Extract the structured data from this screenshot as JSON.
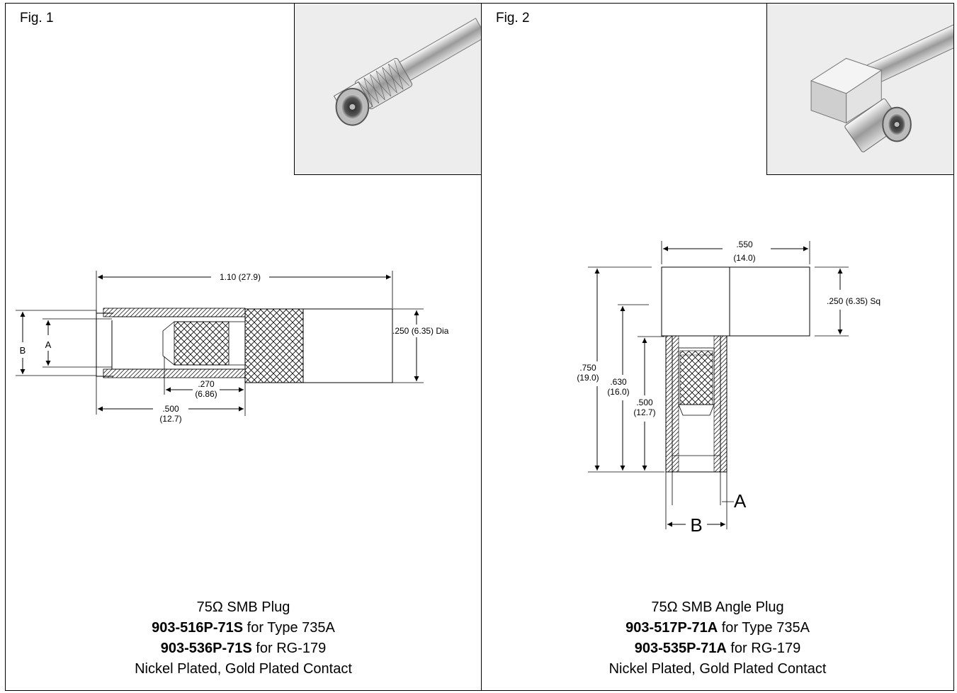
{
  "figures": [
    {
      "label": "Fig. 1",
      "dims": {
        "overall": "1.10 (27.9)",
        "dia": ".250 (6.35) Dia",
        "d270_in": ".270",
        "d270_mm": "(6.86)",
        "d500_in": ".500",
        "d500_mm": "(12.7)",
        "a": "A",
        "b": "B"
      },
      "caption": {
        "title": "75Ω SMB Plug",
        "line1_part": "903-516P-71S",
        "line1_rest": " for Type 735A",
        "line2_part": "903-536P-71S",
        "line2_rest": " for RG-179",
        "line3": "Nickel Plated, Gold Plated Contact"
      }
    },
    {
      "label": "Fig. 2",
      "dims": {
        "w550_in": ".550",
        "w550_mm": "(14.0)",
        "sq": ".250 (6.35) Sq",
        "h750_in": ".750",
        "h750_mm": "(19.0)",
        "h630_in": ".630",
        "h630_mm": "(16.0)",
        "h500_in": ".500",
        "h500_mm": "(12.7)",
        "a": "A",
        "b": "B"
      },
      "caption": {
        "title": "75Ω SMB Angle Plug",
        "line1_part": "903-517P-71A",
        "line1_rest": " for Type 735A",
        "line2_part": "903-535P-71A",
        "line2_rest": " for RG-179",
        "line3": "Nickel Plated, Gold Plated Contact"
      }
    }
  ]
}
